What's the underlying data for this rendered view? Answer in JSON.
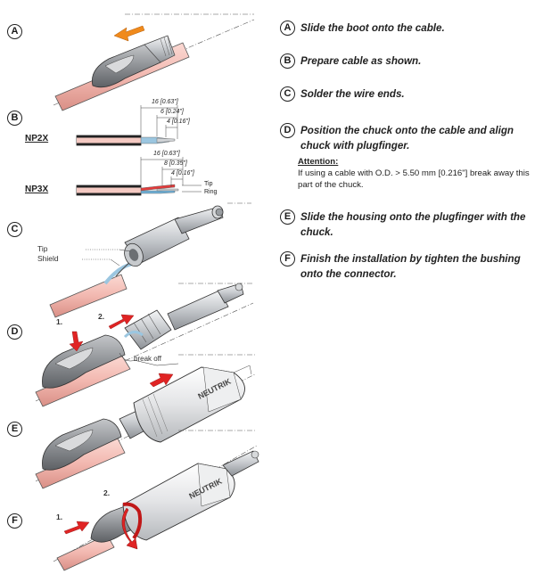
{
  "steps": [
    {
      "letter": "A",
      "text": "Slide the boot onto the cable."
    },
    {
      "letter": "B",
      "text": "Prepare cable as shown."
    },
    {
      "letter": "C",
      "text": "Solder the wire ends."
    },
    {
      "letter": "D",
      "text": "Position the chuck onto the cable and align chuck with plugfinger."
    },
    {
      "letter": "E",
      "text": "Slide the housing onto the plugfinger with the chuck."
    },
    {
      "letter": "F",
      "text": "Finish the installation by tighten the bushing onto the connector."
    }
  ],
  "attention": {
    "title": "Attention:",
    "text": "If using a cable with O.D. > 5.50 mm [0.216\"] break away this part of the chuck."
  },
  "diagram_labels": {
    "np2x": "NP2X",
    "np3x": "NP3X",
    "np2x_dims": {
      "d16": "16",
      "d16_in": "[0.63\"]",
      "d6": "6",
      "d6_in": "[0.24\"]",
      "d4": "4",
      "d4_in": "[0.16\"]"
    },
    "np3x_dims": {
      "d16": "16",
      "d16_in": "[0.63\"]",
      "d8": "8",
      "d8_in": "[0.35\"]",
      "d4": "4",
      "d4_in": "[0.16\"]"
    },
    "tip": "Tip",
    "ring": "Ring",
    "tip_left": "Tip",
    "shield": "Shield",
    "step_1": "1.",
    "step_2": "2.",
    "break_off": "break off",
    "brand": "NEUTRIK"
  },
  "colors": {
    "cable": "#f2b8b0",
    "arrow_red": "#e02424",
    "arrow_orange": "#f08a1c",
    "metal": "#b9bcc0",
    "boot": "#8a8d91"
  }
}
